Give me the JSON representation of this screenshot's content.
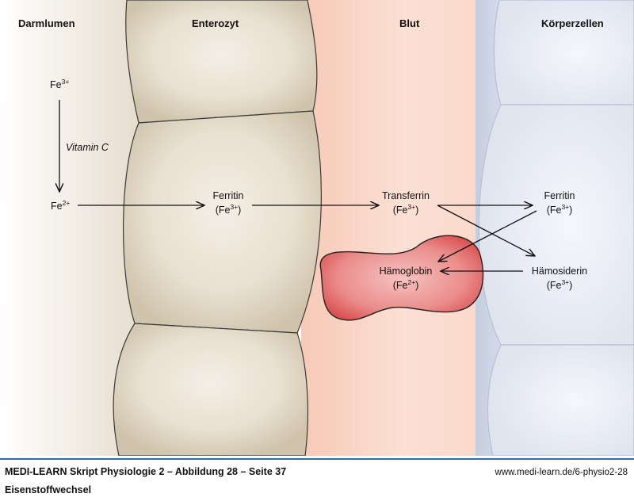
{
  "regions": {
    "darmlumen": "Darmlumen",
    "enterozyt": "Enterozyt",
    "blut": "Blut",
    "koerperzellen": "Körperzellen"
  },
  "nodes": {
    "fe3_lumen": {
      "base": "Fe",
      "sup": "3+"
    },
    "vitamin_c": "Vitamin C",
    "fe2_lumen": {
      "base": "Fe",
      "sup": "2+"
    },
    "ferritin_entero": {
      "name": "Ferritin",
      "ion_open": "(Fe",
      "sup": "3+",
      "ion_close": ")"
    },
    "transferrin": {
      "name": "Transferrin",
      "ion_open": "(Fe",
      "sup": "3+",
      "ion_close": ")"
    },
    "ferritin_koerper": {
      "name": "Ferritin",
      "ion_open": "(Fe",
      "sup": "3+",
      "ion_close": ")"
    },
    "haemoglobin": {
      "name": "Hämoglobin",
      "ion_open": "(Fe",
      "sup": "2+",
      "ion_close": ")"
    },
    "haemosiderin": {
      "name": "Hämosiderin",
      "ion_open": "(Fe",
      "sup": "3+",
      "ion_close": ")"
    }
  },
  "footer": {
    "caption": "MEDI-LEARN Skript Physiologie 2 – Abbildung 28 – Seite 37",
    "url": "www.medi-learn.de/6-physio2-28",
    "subtitle": "Eisenstoffwechsel"
  },
  "colors": {
    "lumen": "#ece4d8",
    "enterocyte": "#d8cfbb",
    "blood": "#f9d3c3",
    "body_cells": "#dde3f0",
    "erythrocyte": "#e2676a",
    "footer_rule": "#2f6fb0"
  }
}
